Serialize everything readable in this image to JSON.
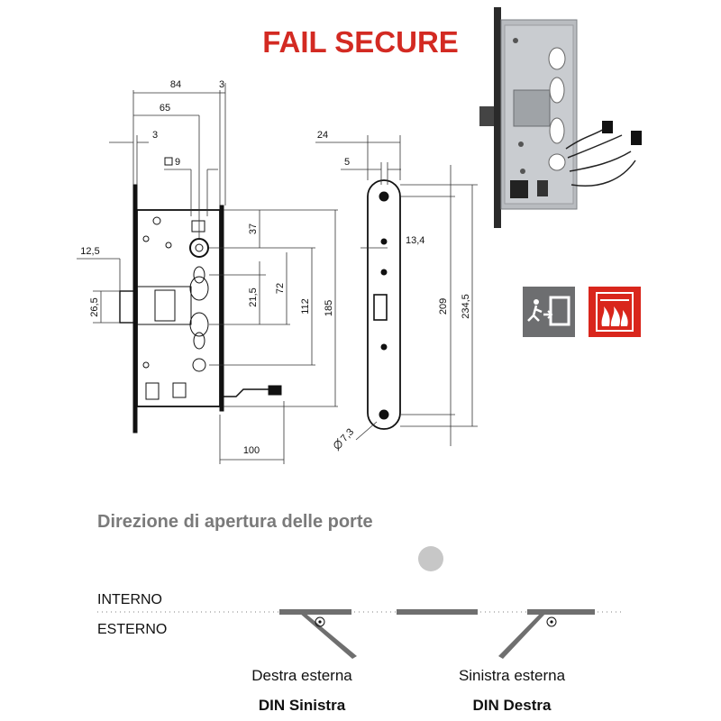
{
  "title": "FAIL SECURE",
  "dimensions": {
    "d84": "84",
    "d3a": "3",
    "d65": "65",
    "d3b": "3",
    "sq9": "9",
    "d12_5": "12,5",
    "d26_5": "26,5",
    "d37": "37",
    "d21_5": "21,5",
    "d72": "72",
    "d112": "112",
    "d185": "185",
    "d100": "100",
    "d24": "24",
    "d5": "5",
    "d13_4": "13,4",
    "d209": "209",
    "d234_5": "234,5",
    "phi7_3": "7,3"
  },
  "opening": {
    "title": "Direzione di apertura delle porte",
    "interno": "INTERNO",
    "esterno": "ESTERNO",
    "left_label": "Destra esterna",
    "left_din": "DIN Sinistra",
    "right_label": "Sinistra esterna",
    "right_din": "DIN Destra"
  },
  "icons": {
    "emergency_exit": "emergency-exit-icon",
    "fire_door": "fire-door-icon"
  },
  "colors": {
    "title_red": "#d32a22",
    "exit_gray": "#6d6e70",
    "fire_red": "#d9261c",
    "section_gray": "#7a7a7a"
  }
}
